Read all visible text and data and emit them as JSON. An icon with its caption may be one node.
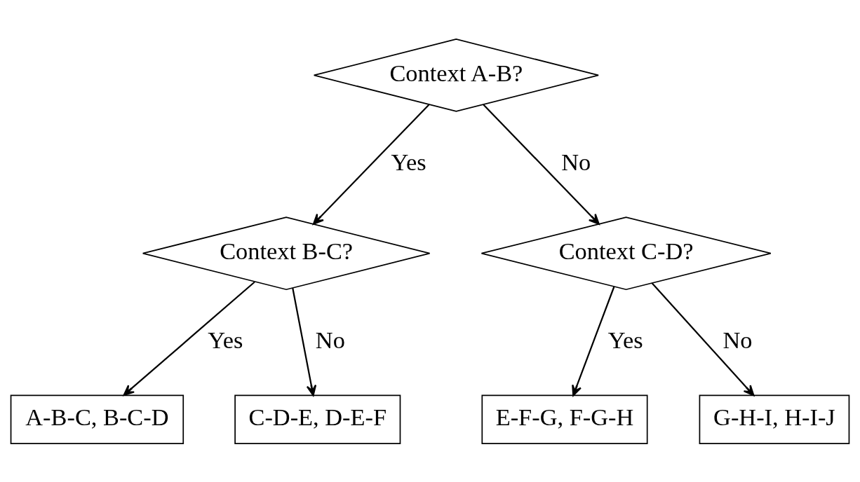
{
  "diagram": {
    "nodes": [
      {
        "text": [
          "Context A-B?"
        ]
      },
      {
        "text": [
          "Context B-C?"
        ]
      },
      {
        "text": [
          "Context C-D?"
        ]
      },
      {
        "text": [
          "A-B-C, B-C-D"
        ]
      },
      {
        "text": [
          "C-D-E, D-E-F"
        ]
      },
      {
        "text": [
          "E-F-G, F-G-H"
        ]
      },
      {
        "text": [
          "G-H-I, H-I-J"
        ]
      }
    ],
    "edges": [
      {
        "from": 0,
        "to": 1,
        "arrow": "to",
        "label": "Yes"
      },
      {
        "from": 0,
        "to": 2,
        "arrow": "to",
        "label": "No"
      },
      {
        "from": 1,
        "to": 3,
        "arrow": "to",
        "label": "Yes"
      },
      {
        "from": 1,
        "to": 4,
        "arrow": "to",
        "label": "No"
      },
      {
        "from": 2,
        "to": 5,
        "arrow": "to",
        "label": "Yes"
      },
      {
        "from": 2,
        "to": 6,
        "arrow": "to",
        "label": "No"
      }
    ]
  }
}
